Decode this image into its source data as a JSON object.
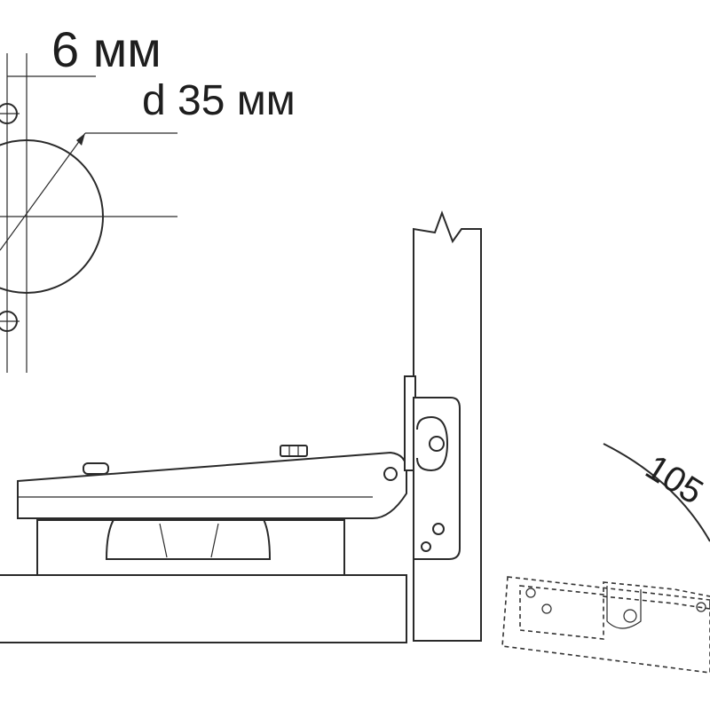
{
  "labels": {
    "offset": "6 мм",
    "diameter": "d 35 мм",
    "angle": "105"
  }
}
